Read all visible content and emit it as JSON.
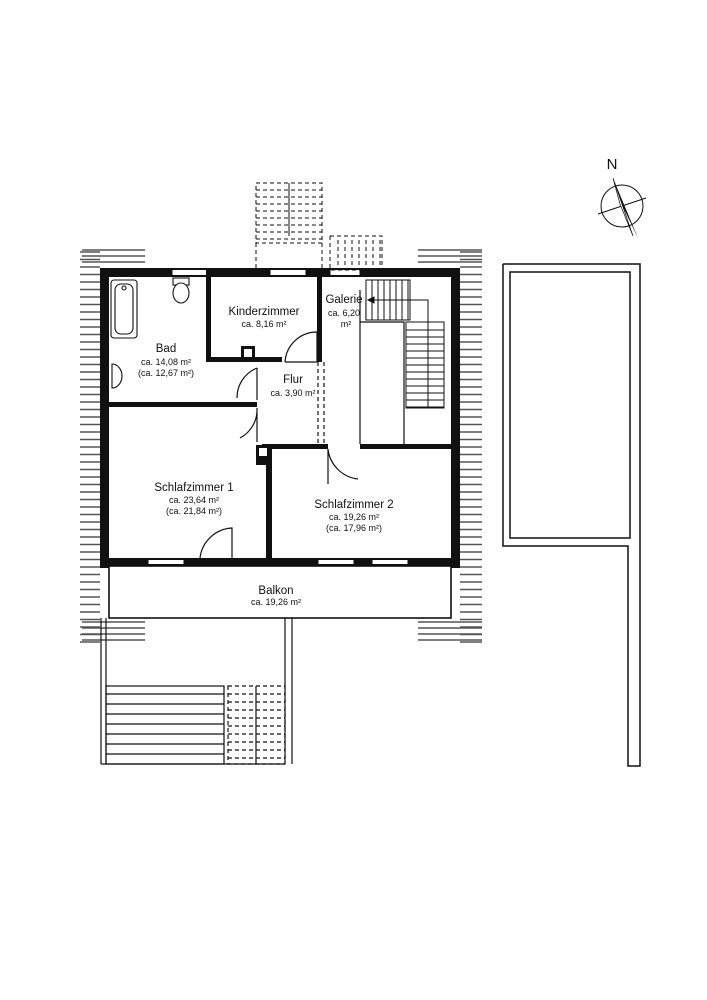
{
  "compass": {
    "north_label": "N"
  },
  "rooms": {
    "bad": {
      "name": "Bad",
      "area": "ca. 14,08 m²",
      "area_net": "(ca. 12,67 m²)"
    },
    "kinderzimmer": {
      "name": "Kinderzimmer",
      "area": "ca. 8,16 m²"
    },
    "galerie": {
      "name": "Galerie",
      "area_line1": "ca. 6,20",
      "area_line2": "m²"
    },
    "flur": {
      "name": "Flur",
      "area": "ca. 3,90 m²"
    },
    "schlafzimmer1": {
      "name": "Schlafzimmer 1",
      "area": "ca. 23,64 m²",
      "area_net": "(ca. 21,84 m²)"
    },
    "schlafzimmer2": {
      "name": "Schlafzimmer 2",
      "area": "ca. 19,26 m²",
      "area_net": "(ca. 17,96 m²)"
    },
    "balkon": {
      "name": "Balkon",
      "area": "ca. 19,26 m²"
    }
  }
}
